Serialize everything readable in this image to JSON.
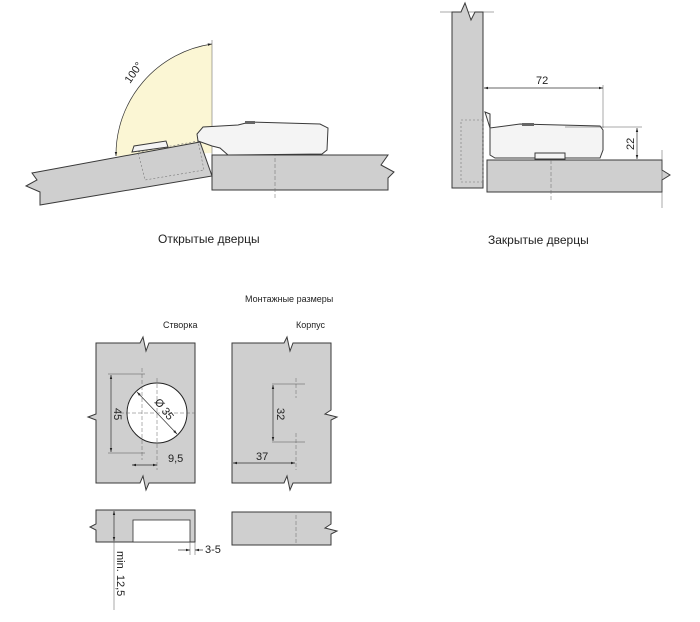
{
  "open_view": {
    "caption": "Открытые дверцы",
    "angle_label": "100°",
    "sector_color": "#fbf6d4"
  },
  "closed_view": {
    "caption": "Закрытые дверцы",
    "dim_width": "72",
    "dim_height": "22"
  },
  "mounting": {
    "title": "Монтажные размеры",
    "door": {
      "label": "Створка",
      "dim_vertical": "45",
      "dim_diameter": "Ø 35",
      "dim_offset": "9,5",
      "dim_gap": "3-5",
      "dim_min_thickness": "min. 12,5"
    },
    "cabinet": {
      "label": "Корпус",
      "dim_vertical": "32",
      "dim_horizontal": "37"
    }
  },
  "colors": {
    "panel": "#cfcfcf",
    "line": "#3a3a3a"
  }
}
